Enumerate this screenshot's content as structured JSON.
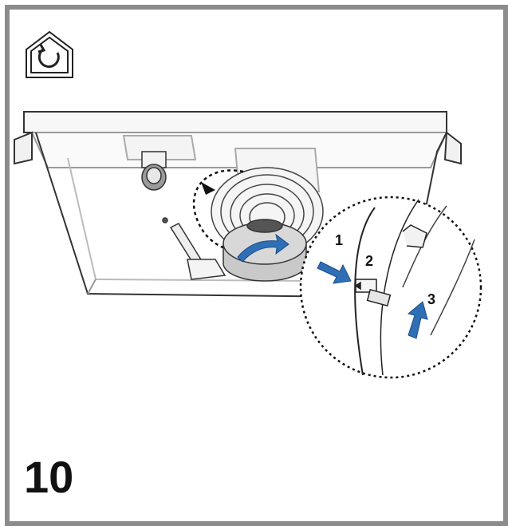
{
  "step": {
    "number": "10"
  },
  "callouts": [
    "1",
    "2",
    "3"
  ],
  "icons": {
    "header": "house-with-circular-arrow-icon"
  },
  "colors": {
    "frame": "#8c8c8c",
    "arrow": "#2f6fb6",
    "filter": "#d4d4d4",
    "line": "#222222"
  }
}
